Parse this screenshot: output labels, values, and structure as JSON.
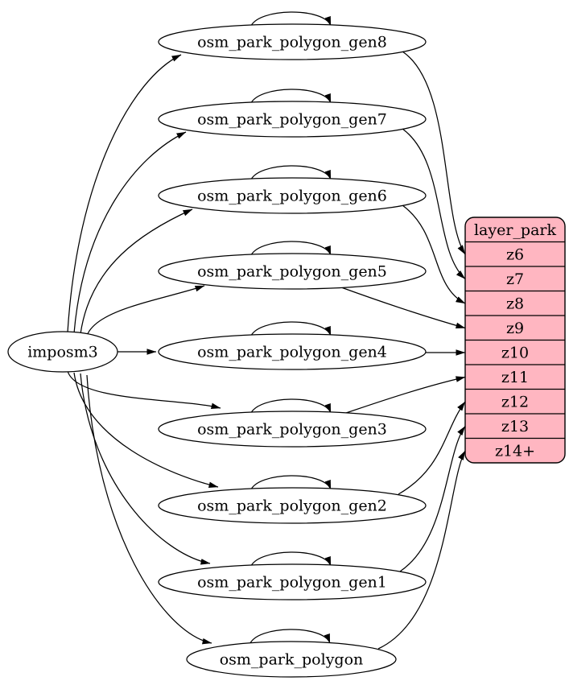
{
  "colors": {
    "background": "#ffffff",
    "node_fill": "#ffffff",
    "node_stroke": "#000000",
    "edge": "#000000",
    "text": "#000000",
    "layer_fill": "#ffb6c1"
  },
  "source_node": {
    "id": "imposm3",
    "label": "imposm3"
  },
  "table_nodes": [
    {
      "id": "osm_park_polygon_gen8",
      "label": "osm_park_polygon_gen8",
      "self_loop": true,
      "maps_to": "z6"
    },
    {
      "id": "osm_park_polygon_gen7",
      "label": "osm_park_polygon_gen7",
      "self_loop": true,
      "maps_to": "z7"
    },
    {
      "id": "osm_park_polygon_gen6",
      "label": "osm_park_polygon_gen6",
      "self_loop": true,
      "maps_to": "z8"
    },
    {
      "id": "osm_park_polygon_gen5",
      "label": "osm_park_polygon_gen5",
      "self_loop": true,
      "maps_to": "z9"
    },
    {
      "id": "osm_park_polygon_gen4",
      "label": "osm_park_polygon_gen4",
      "self_loop": true,
      "maps_to": "z10"
    },
    {
      "id": "osm_park_polygon_gen3",
      "label": "osm_park_polygon_gen3",
      "self_loop": true,
      "maps_to": "z11"
    },
    {
      "id": "osm_park_polygon_gen2",
      "label": "osm_park_polygon_gen2",
      "self_loop": true,
      "maps_to": "z12"
    },
    {
      "id": "osm_park_polygon_gen1",
      "label": "osm_park_polygon_gen1",
      "self_loop": true,
      "maps_to": "z13"
    },
    {
      "id": "osm_park_polygon",
      "label": "osm_park_polygon",
      "self_loop": true,
      "maps_to": "z14+"
    }
  ],
  "layer_node": {
    "id": "layer_park",
    "title": "layer_park",
    "rows": [
      "z6",
      "z7",
      "z8",
      "z9",
      "z10",
      "z11",
      "z12",
      "z13",
      "z14+"
    ]
  }
}
